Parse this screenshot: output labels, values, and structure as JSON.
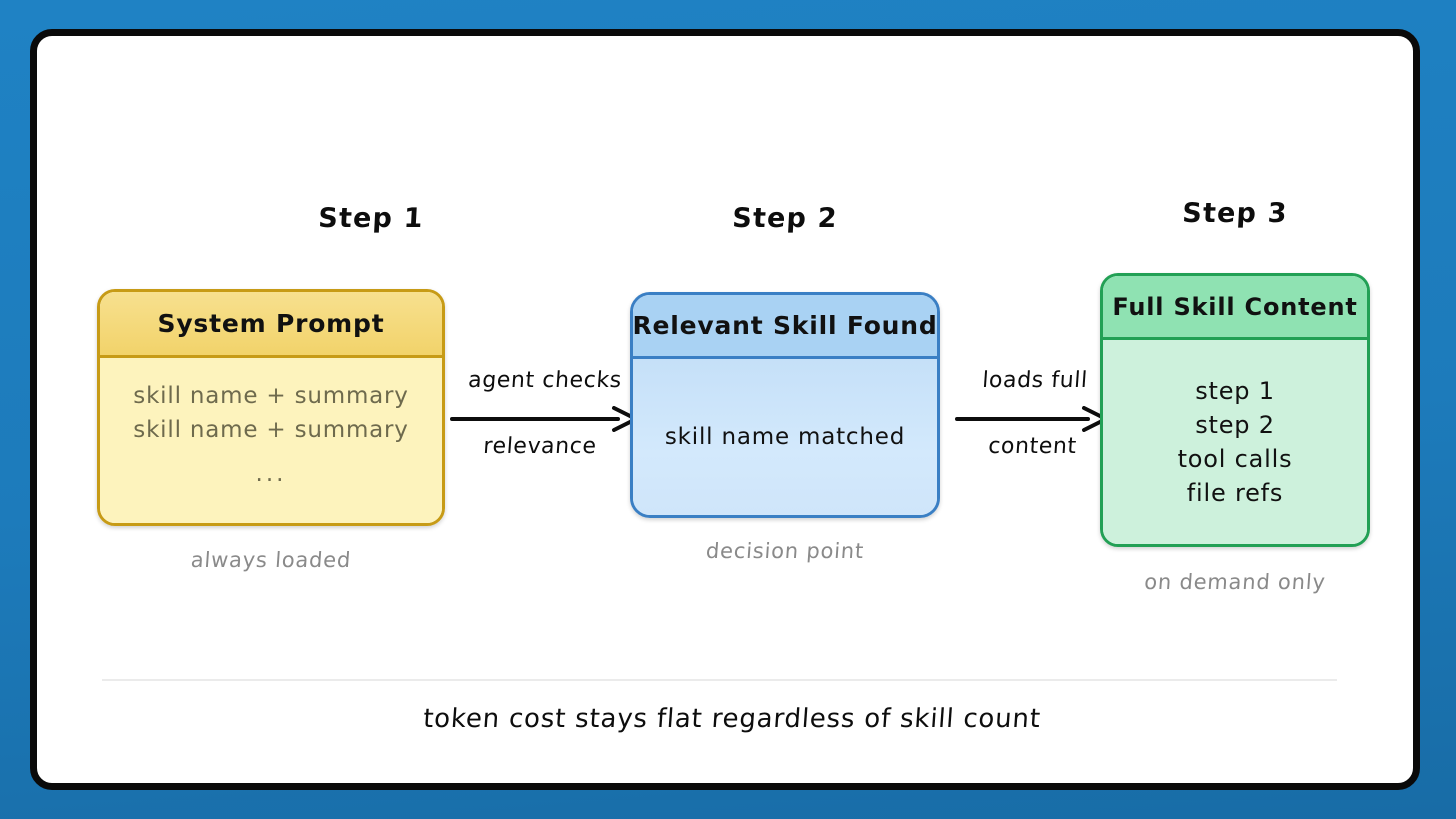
{
  "theme": {
    "page_background": "#1d7bbb",
    "frame_border": "#0a0a0a",
    "card_background": "#ffffff",
    "yellow_border": "#c79b16",
    "yellow_header": "#f2d36a",
    "yellow_body": "#fdf3bd",
    "yellow_text": "#6e6a4d",
    "blue_border": "#3a7fc4",
    "blue_header": "#a9d2f3",
    "blue_body": "#cfe5fa",
    "green_border": "#22a055",
    "green_header": "#8fe2b2",
    "green_body": "#cdf1dc",
    "muted_text": "#8a8a8a",
    "rule_color": "#ebebeb"
  },
  "steps": [
    {
      "title": "Step 1",
      "header": "System Prompt",
      "lines": [
        "skill name + summary",
        "skill name + summary"
      ],
      "ellipsis": "...",
      "caption": "always loaded"
    },
    {
      "title": "Step 2",
      "header": "Relevant Skill Found",
      "lines": [
        "skill name matched"
      ],
      "caption": "decision point"
    },
    {
      "title": "Step 3",
      "header": "Full Skill Content",
      "lines": [
        "step 1",
        "step 2",
        "tool calls",
        "file refs"
      ],
      "caption": "on demand only"
    }
  ],
  "arrows": [
    {
      "above": "agent checks",
      "below": "relevance"
    },
    {
      "above": "loads full",
      "below": "content"
    }
  ],
  "footer": {
    "note": "token cost stays flat regardless of skill count"
  }
}
